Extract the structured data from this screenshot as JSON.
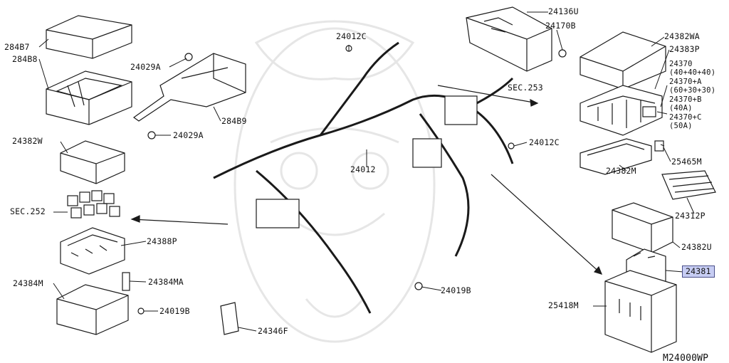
{
  "parts": {
    "p28487": "284B7",
    "p28488": "284B8",
    "p24029A_1": "24029A",
    "p24029A_2": "24029A",
    "p28489": "284B9",
    "p24012C_top": "24012C",
    "p24136U": "24136U",
    "p24170B": "24170B",
    "p24382WA": "24382WA",
    "p24383P": "24383P",
    "p24370": "24370",
    "p24370_amp": "(40+40+40)",
    "p24370A": "24370+A",
    "p24370A_amp": "(60+30+30)",
    "p24370B": "24370+B",
    "p24370B_amp": "(40A)",
    "p24370C": "24370+C",
    "p24370C_amp": "(50A)",
    "sec253": "SEC.253",
    "p24382W": "24382W",
    "p24012": "24012",
    "p24012C_mid": "24012C",
    "p25465M": "25465M",
    "p24382M": "24382M",
    "sec252": "SEC.252",
    "p24312P": "24312P",
    "p24388P": "24388P",
    "p24382U": "24382U",
    "p24381": "24381",
    "p24384M": "24384M",
    "p24384MA": "24384MA",
    "p24019B_mid": "24019B",
    "p25418M": "25418M",
    "p24019B_low": "24019B",
    "p24346F": "24346F",
    "diagram_ref": "M24000WP"
  },
  "colors": {
    "line": "#1a1a1a",
    "highlight": "#c7cdf3",
    "watermark": "#e9e9e9"
  }
}
